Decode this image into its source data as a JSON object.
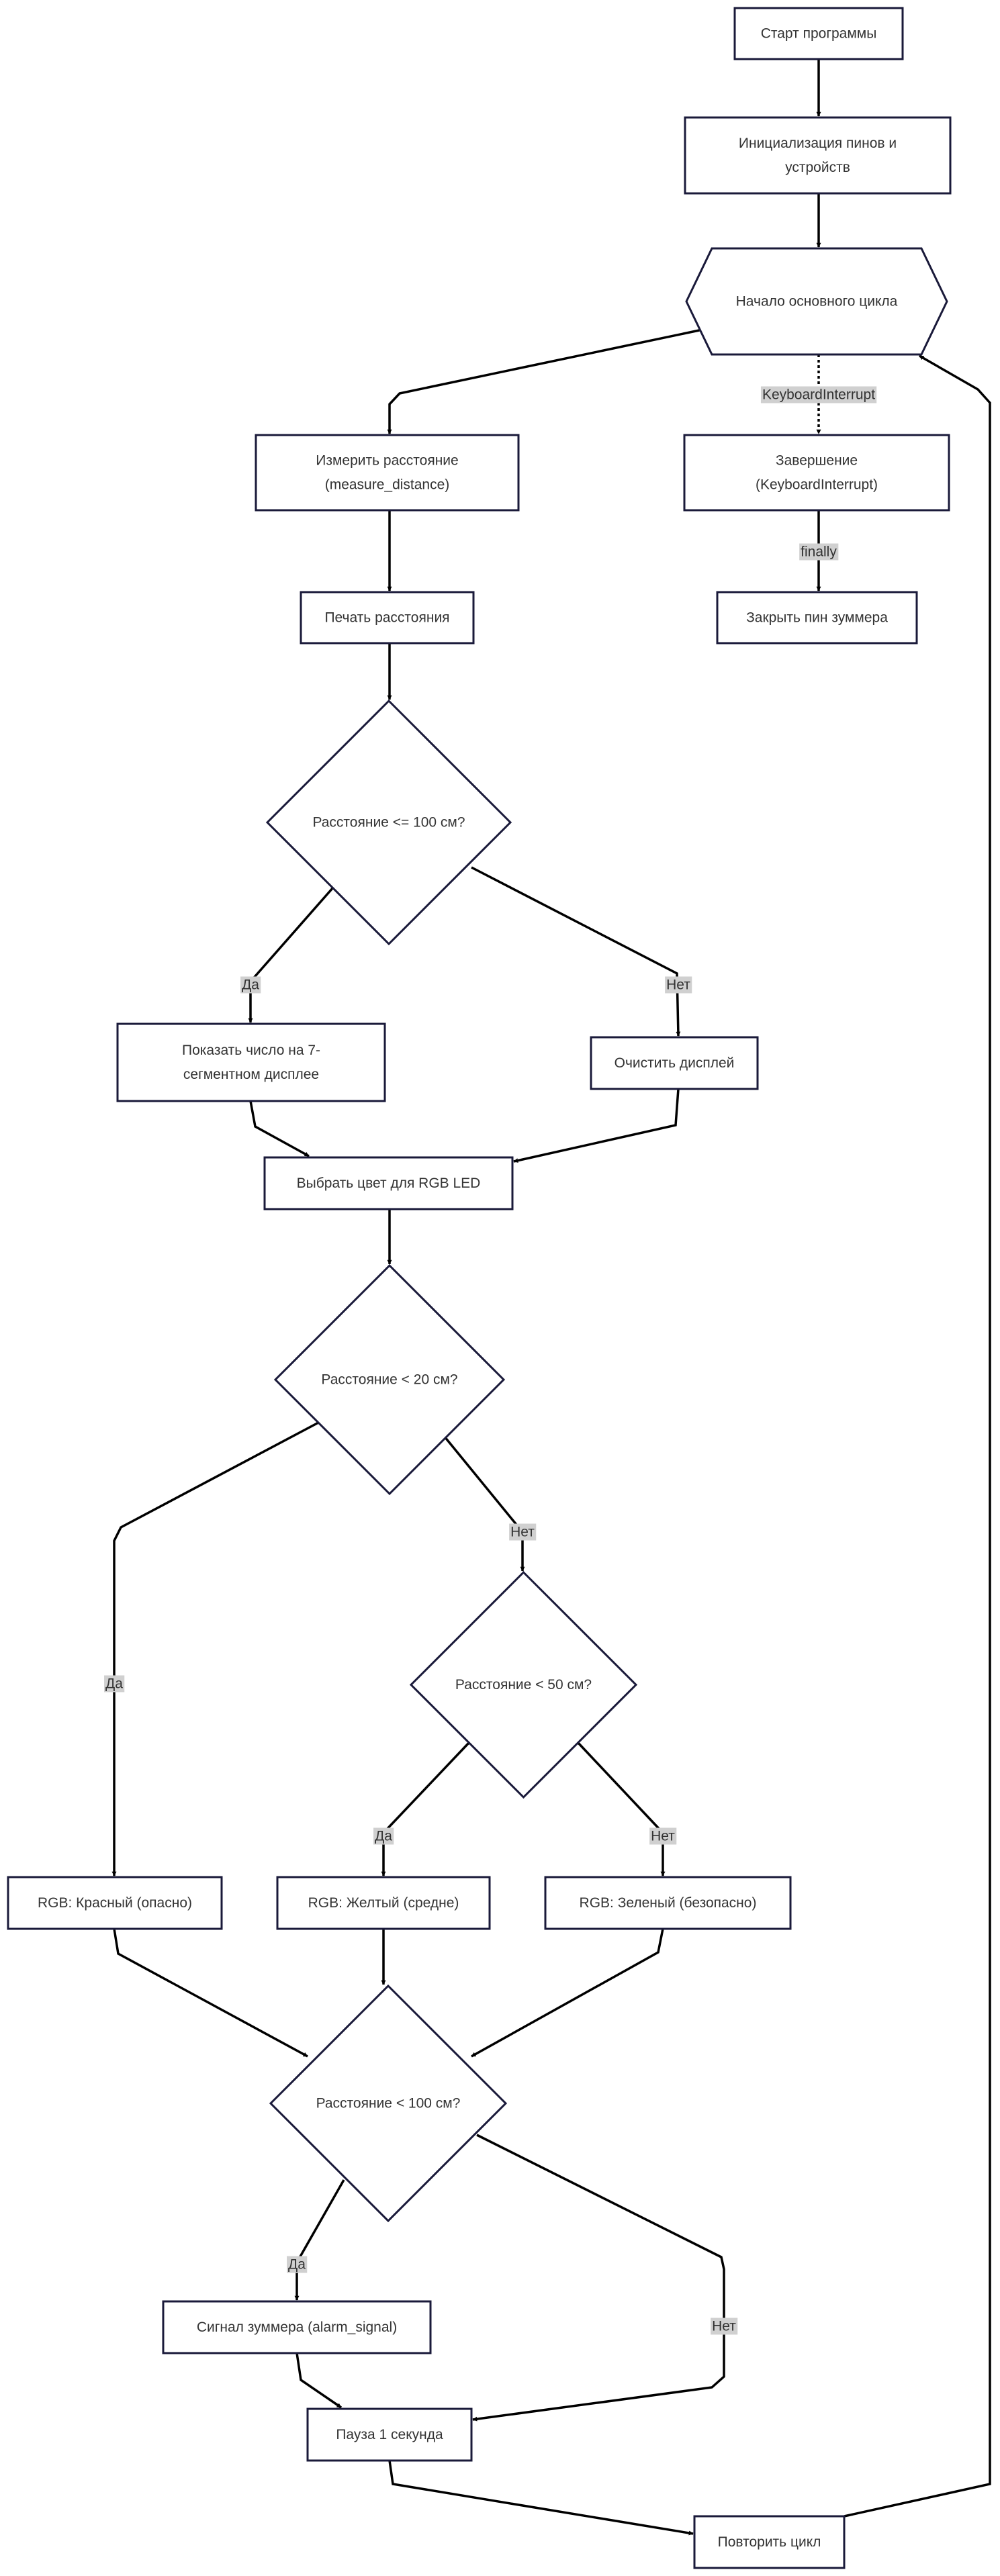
{
  "nodes": {
    "start": {
      "lines": [
        "Старт программы"
      ]
    },
    "init": {
      "lines": [
        "Инициализация пинов и",
        "устройств"
      ]
    },
    "loop": {
      "lines": [
        "Начало основного цикла"
      ]
    },
    "measure": {
      "lines": [
        "Измерить расстояние",
        "(measure_distance)"
      ]
    },
    "finish": {
      "lines": [
        "Завершение",
        "(KeyboardInterrupt)"
      ]
    },
    "print": {
      "lines": [
        "Печать расстояния"
      ]
    },
    "close_pin": {
      "lines": [
        "Закрыть пин зуммера"
      ]
    },
    "cond100": {
      "lines": [
        "Расстояние <= 100 см?"
      ]
    },
    "show7": {
      "lines": [
        "Показать число на 7-",
        "сегментном дисплее"
      ]
    },
    "clear": {
      "lines": [
        "Очистить дисплей"
      ]
    },
    "choose_color": {
      "lines": [
        "Выбрать цвет для RGB LED"
      ]
    },
    "cond20": {
      "lines": [
        "Расстояние < 20 см?"
      ]
    },
    "cond50": {
      "lines": [
        "Расстояние < 50 см?"
      ]
    },
    "red": {
      "lines": [
        "RGB: Красный (опасно)"
      ]
    },
    "yellow": {
      "lines": [
        "RGB: Желтый (средне)"
      ]
    },
    "green": {
      "lines": [
        "RGB: Зеленый (безопасно)"
      ]
    },
    "cond100b": {
      "lines": [
        "Расстояние < 100 см?"
      ]
    },
    "alarm": {
      "lines": [
        "Сигнал зуммера (alarm_signal)"
      ]
    },
    "pause": {
      "lines": [
        "Пауза 1 секунда"
      ]
    },
    "repeat": {
      "lines": [
        "Повторить цикл"
      ]
    }
  },
  "edges": [
    {
      "from": "start",
      "to": "init",
      "style": "solid"
    },
    {
      "from": "init",
      "to": "loop",
      "style": "solid"
    },
    {
      "from": "loop",
      "to": "measure",
      "style": "solid"
    },
    {
      "from": "loop",
      "to": "finish",
      "style": "dotted",
      "label": "KeyboardInterrupt"
    },
    {
      "from": "measure",
      "to": "print",
      "style": "solid"
    },
    {
      "from": "finish",
      "to": "close_pin",
      "style": "solid",
      "label": "finally"
    },
    {
      "from": "print",
      "to": "cond100",
      "style": "solid"
    },
    {
      "from": "cond100",
      "to": "show7",
      "style": "solid",
      "label": "Да"
    },
    {
      "from": "cond100",
      "to": "clear",
      "style": "solid",
      "label": "Нет"
    },
    {
      "from": "show7",
      "to": "choose_color",
      "style": "solid"
    },
    {
      "from": "clear",
      "to": "choose_color",
      "style": "solid"
    },
    {
      "from": "choose_color",
      "to": "cond20",
      "style": "solid"
    },
    {
      "from": "cond20",
      "to": "red",
      "style": "solid",
      "label": "Да"
    },
    {
      "from": "cond20",
      "to": "cond50",
      "style": "solid",
      "label": "Нет"
    },
    {
      "from": "cond50",
      "to": "yellow",
      "style": "solid",
      "label": "Да"
    },
    {
      "from": "cond50",
      "to": "green",
      "style": "solid",
      "label": "Нет"
    },
    {
      "from": "red",
      "to": "cond100b",
      "style": "solid"
    },
    {
      "from": "yellow",
      "to": "cond100b",
      "style": "solid"
    },
    {
      "from": "green",
      "to": "cond100b",
      "style": "solid"
    },
    {
      "from": "cond100b",
      "to": "alarm",
      "style": "solid",
      "label": "Да"
    },
    {
      "from": "cond100b",
      "to": "pause",
      "style": "solid",
      "label": "Нет"
    },
    {
      "from": "alarm",
      "to": "pause",
      "style": "solid"
    },
    {
      "from": "pause",
      "to": "repeat",
      "style": "solid"
    },
    {
      "from": "repeat",
      "to": "loop",
      "style": "solid"
    }
  ]
}
